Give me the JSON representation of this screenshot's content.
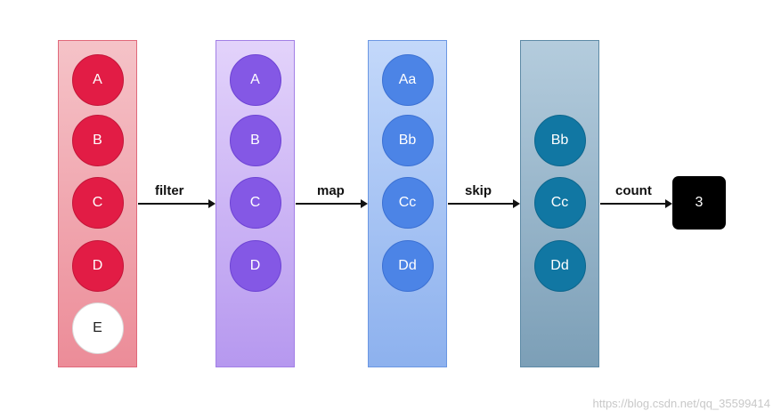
{
  "stages": {
    "source": [
      "A",
      "B",
      "C",
      "D",
      "E"
    ],
    "filter": [
      "A",
      "B",
      "C",
      "D"
    ],
    "map": [
      "Aa",
      "Bb",
      "Cc",
      "Dd"
    ],
    "skip": [
      "Bb",
      "Cc",
      "Dd"
    ]
  },
  "operations": {
    "filter": "filter",
    "map": "map",
    "skip": "skip",
    "count": "count"
  },
  "result": "3",
  "watermark": "https://blog.csdn.net/qq_35599414",
  "colors": {
    "source_ball": "#e21c45",
    "filter_ball": "#8458e5",
    "map_ball": "#4c84e6",
    "skip_ball": "#1177a3",
    "result_box": "#000000"
  }
}
